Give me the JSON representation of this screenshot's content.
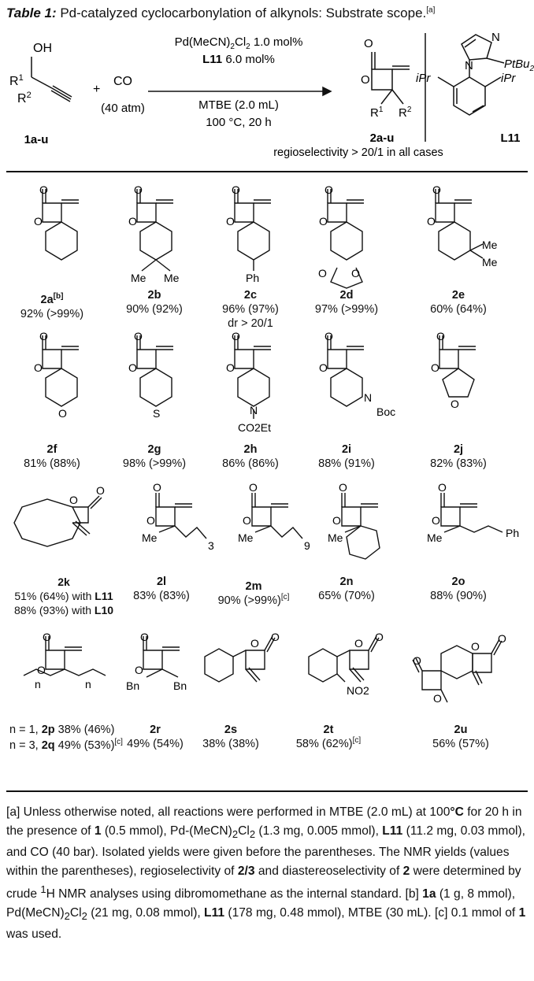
{
  "caption": {
    "label": "Table 1:",
    "text": " Pd-catalyzed cyclocarbonylation of alkynols: Substrate scope.",
    "note": "[a]"
  },
  "scheme": {
    "oh": "OH",
    "r1": "R",
    "r1_sub": "1",
    "r2": "R",
    "r2_sub": "2",
    "plus": "+",
    "co": "CO",
    "pressure": "(40 atm)",
    "cond1": "Pd(MeCN)",
    "cond1_sub": "2",
    "cond1_rest": "Cl",
    "cond1_sub2": "2",
    "cond1_amt": " 1.0 mol%",
    "cond2_lig": "L11",
    "cond2_amt": " 6.0 mol%",
    "cond3": "MTBE (2.0 mL)",
    "cond4": "100 °C, 20 h",
    "sm_label": "1a-u",
    "prod_label": "2a-u",
    "regio": "regioselectivity > 20/1 in all cases",
    "lig_label": "L11",
    "lig_p": "PtBu",
    "lig_p_sub": "2",
    "lig_n": "N",
    "lig_ipr": "iPr"
  },
  "rows": [
    [
      {
        "id": "2a",
        "id_sup": "[b]",
        "yield": "92% (>99%)"
      },
      {
        "id": "2b",
        "yield": "90% (92%)",
        "sub": [
          "Me",
          "Me"
        ]
      },
      {
        "id": "2c",
        "yield": "96% (97%)",
        "extra": "dr > 20/1",
        "sub": [
          "Ph"
        ]
      },
      {
        "id": "2d",
        "yield": "97% (>99%)"
      },
      {
        "id": "2e",
        "yield": "60% (64%)",
        "sub": [
          "Me",
          "Me"
        ]
      }
    ],
    [
      {
        "id": "2f",
        "yield": "81% (88%)",
        "het": "O"
      },
      {
        "id": "2g",
        "yield": "98% (>99%)",
        "het": "S"
      },
      {
        "id": "2h",
        "yield": "86% (86%)",
        "het": "N",
        "sub": [
          "CO2Et"
        ]
      },
      {
        "id": "2i",
        "yield": "88% (91%)",
        "het": "N",
        "sub": [
          "Boc"
        ]
      },
      {
        "id": "2j",
        "yield": "82% (83%)",
        "het": "O"
      }
    ],
    [
      {
        "id": "2k",
        "yield": "51% (64%) with ",
        "lig": "L11",
        "yield2": "88% (93%) with ",
        "lig2": "L10"
      },
      {
        "id": "2l",
        "yield": "83% (83%)",
        "sub": [
          "Me",
          "3"
        ]
      },
      {
        "id": "2m",
        "yield": "90% (>99%)",
        "yield_sup": "[c]",
        "sub": [
          "Me",
          "9"
        ]
      },
      {
        "id": "2n",
        "yield": "65% (70%)",
        "sub": [
          "Me"
        ]
      },
      {
        "id": "2o",
        "yield": "88% (90%)",
        "sub": [
          "Me",
          "Ph"
        ]
      }
    ],
    [
      {
        "line1_pre": "n = 1, ",
        "line1_id": "2p",
        "line1_y": " 38% (46%)",
        "line2_pre": "n = 3, ",
        "line2_id": "2q",
        "line2_y": " 49% (53%)",
        "line2_sup": "[c]",
        "sub": [
          "n",
          "n"
        ]
      },
      {
        "id": "2r",
        "yield": "49% (54%)",
        "sub": [
          "Bn",
          "Bn"
        ]
      },
      {
        "id": "2s",
        "yield": "38% (38%)"
      },
      {
        "id": "2t",
        "yield": "58% (62%)",
        "yield_sup": "[c]",
        "sub": [
          "NO2"
        ]
      },
      {
        "id": "2u",
        "yield": "56% (57%)"
      }
    ]
  ],
  "atoms": {
    "o": "O",
    "ring_o": "O",
    "oo": "O",
    "n": "N",
    "s": "S"
  },
  "footnote": {
    "a_mark": "[a]",
    "a_text1": " Unless otherwise noted, all reactions were performed in MTBE (2.0 mL) at 100",
    "deg": "°C",
    "a_text2": " for 20 h in the presence of ",
    "a_one": "1",
    "a_text3": " (0.5 mmol), Pd-(MeCN)",
    "s2a": "2",
    "a_text4": "Cl",
    "s2b": "2",
    "a_text5": " (1.3 mg, 0.005 mmol), ",
    "a_l11": "L11",
    "a_text6": " (11.2 mg, 0.03 mmol), and CO (40 bar). Isolated yields were given before the parentheses. The NMR yields (values within the parentheses), regioselectivity of ",
    "a_23": "2/3",
    "a_text7": " and diastereoselectivity of ",
    "a_2": "2",
    "a_text8": " were determined by crude ",
    "a_h": "1",
    "a_text9": "H NMR analyses using dibromomethane as the internal standard. ",
    "b_mark": "[b]",
    "b_1a": " 1a",
    "b_text1": " (1 g, 8 mmol), Pd(MeCN)",
    "b_s2a": "2",
    "b_text2": "Cl",
    "b_s2b": "2",
    "b_text3": " (21 mg, 0.08 mmol), ",
    "b_l11": "L11",
    "b_text4": " (178 mg, 0.48 mmol), MTBE (30 mL). ",
    "c_mark": "[c]",
    "c_text1": " 0.1 mmol of ",
    "c_one": "1",
    "c_text2": " was used."
  }
}
